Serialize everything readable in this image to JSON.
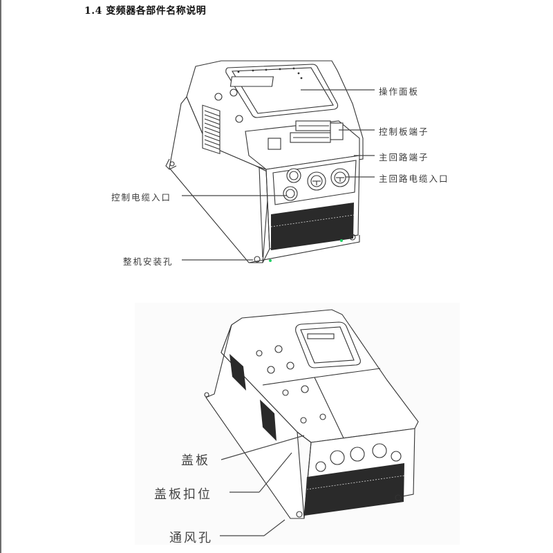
{
  "heading": "1.4 变频器各部件名称说明",
  "figure1": {
    "labels": {
      "operation_panel": "操作面板",
      "control_board_terminal": "控制板端子",
      "main_circuit_terminal": "主回路端子",
      "main_circuit_cable_entry": "主回路电缆入口",
      "control_cable_entry": "控制电缆入口",
      "mounting_hole": "整机安装孔"
    }
  },
  "figure2": {
    "labels": {
      "cover_plate": "盖板",
      "cover_clip": "盖板扣位",
      "vent_hole": "通风孔"
    }
  }
}
